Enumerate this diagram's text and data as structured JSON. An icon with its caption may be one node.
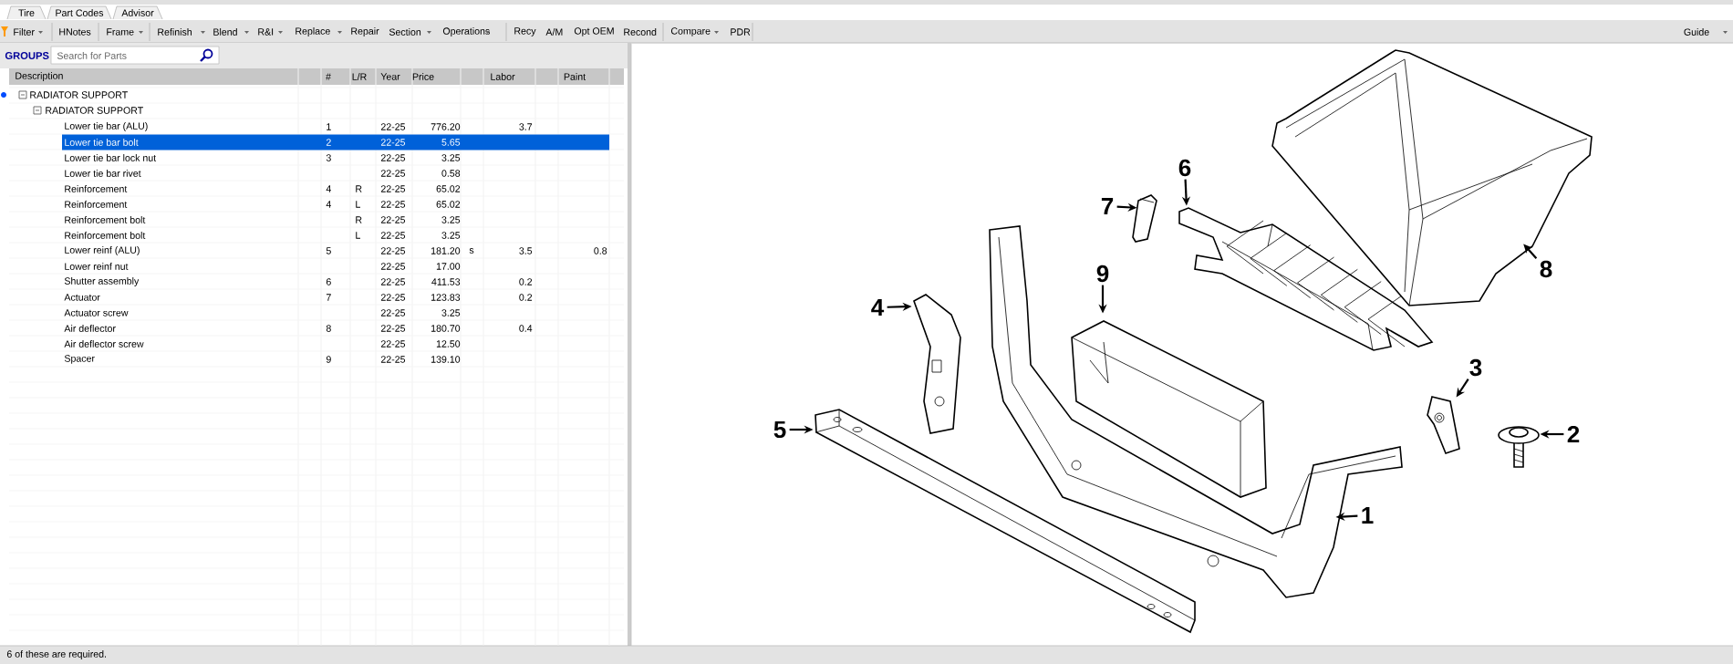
{
  "diagram": {
    "nodes": [
      {
        "text": [
          "1"
        ]
      },
      {
        "text": [],
        "shape": "picture"
      },
      {
        "text": [
          "2"
        ]
      },
      {
        "text": [],
        "shape": "picture"
      },
      {
        "text": [
          "3"
        ]
      },
      {
        "text": [],
        "shape": "picture"
      },
      {
        "text": [
          "4"
        ]
      },
      {
        "text": [],
        "shape": "picture"
      },
      {
        "text": [
          "5"
        ]
      },
      {
        "text": [],
        "shape": "picture"
      },
      {
        "text": [
          "6"
        ]
      },
      {
        "text": [],
        "shape": "picture"
      },
      {
        "text": [
          "7"
        ]
      },
      {
        "text": [],
        "shape": "picture"
      },
      {
        "text": [
          "8"
        ]
      },
      {
        "text": [],
        "shape": "picture"
      },
      {
        "text": [
          "9"
        ]
      },
      {
        "text": [],
        "shape": "picture"
      }
    ],
    "edges": [
      {
        "from": 0,
        "to": 1,
        "arrow": "to"
      },
      {
        "from": 2,
        "to": 3,
        "arrow": "to"
      },
      {
        "from": 4,
        "to": 5,
        "arrow": "to"
      },
      {
        "from": 6,
        "to": 7,
        "arrow": "to"
      },
      {
        "from": 8,
        "to": 9,
        "arrow": "to"
      },
      {
        "from": 10,
        "to": 11,
        "arrow": "to"
      },
      {
        "from": 12,
        "to": 13,
        "arrow": "to"
      },
      {
        "from": 14,
        "to": 15,
        "arrow": "to"
      },
      {
        "from": 16,
        "to": 17,
        "arrow": "to"
      }
    ],
    "labels": [
      "Tire",
      "Part Codes",
      "Advisor",
      "Filter",
      "HNotes",
      "Frame",
      "Refinish",
      "Blend",
      "R&I",
      "Replace",
      "Repair",
      "Section",
      "Operations",
      "Recy",
      "A/M",
      "Opt OEM",
      "Recond",
      "Compare",
      "PDR",
      "Guide",
      "GROUPS",
      "Search for Parts",
      "Description",
      "#",
      "L/R",
      "Year",
      "Price",
      "Labor",
      "Paint",
      "RADIATOR SUPPORT",
      "RADIATOR SUPPORT",
      "Lower tie bar (ALU)",
      "1",
      "22-25",
      "776.20",
      "3.7",
      "Lower tie bar bolt",
      "2",
      "22-25",
      "5.65",
      "Lower tie bar lock nut",
      "3",
      "22-25",
      "3.25",
      "Lower tie bar rivet",
      "22-25",
      "0.58",
      "Reinforcement",
      "4",
      "R",
      "22-25",
      "65.02",
      "Reinforcement",
      "4",
      "L",
      "22-25",
      "65.02",
      "Reinforcement bolt",
      "R",
      "22-25",
      "3.25",
      "Reinforcement bolt",
      "L",
      "22-25",
      "3.25",
      "Lower reinf (ALU)",
      "5",
      "22-25",
      "181.20",
      "s",
      "3.5",
      "0.8",
      "Lower reinf nut",
      "22-25",
      "17.00",
      "Shutter assembly",
      "6",
      "22-25",
      "411.53",
      "0.2",
      "Actuator",
      "7",
      "22-25",
      "123.83",
      "0.2",
      "Actuator screw",
      "22-25",
      "3.25",
      "Air deflector",
      "8",
      "22-25",
      "180.70",
      "0.4",
      "Air deflector screw",
      "22-25",
      "12.50",
      "Spacer",
      "9",
      "22-25",
      "139.10",
      "6 of these are required."
    ]
  }
}
